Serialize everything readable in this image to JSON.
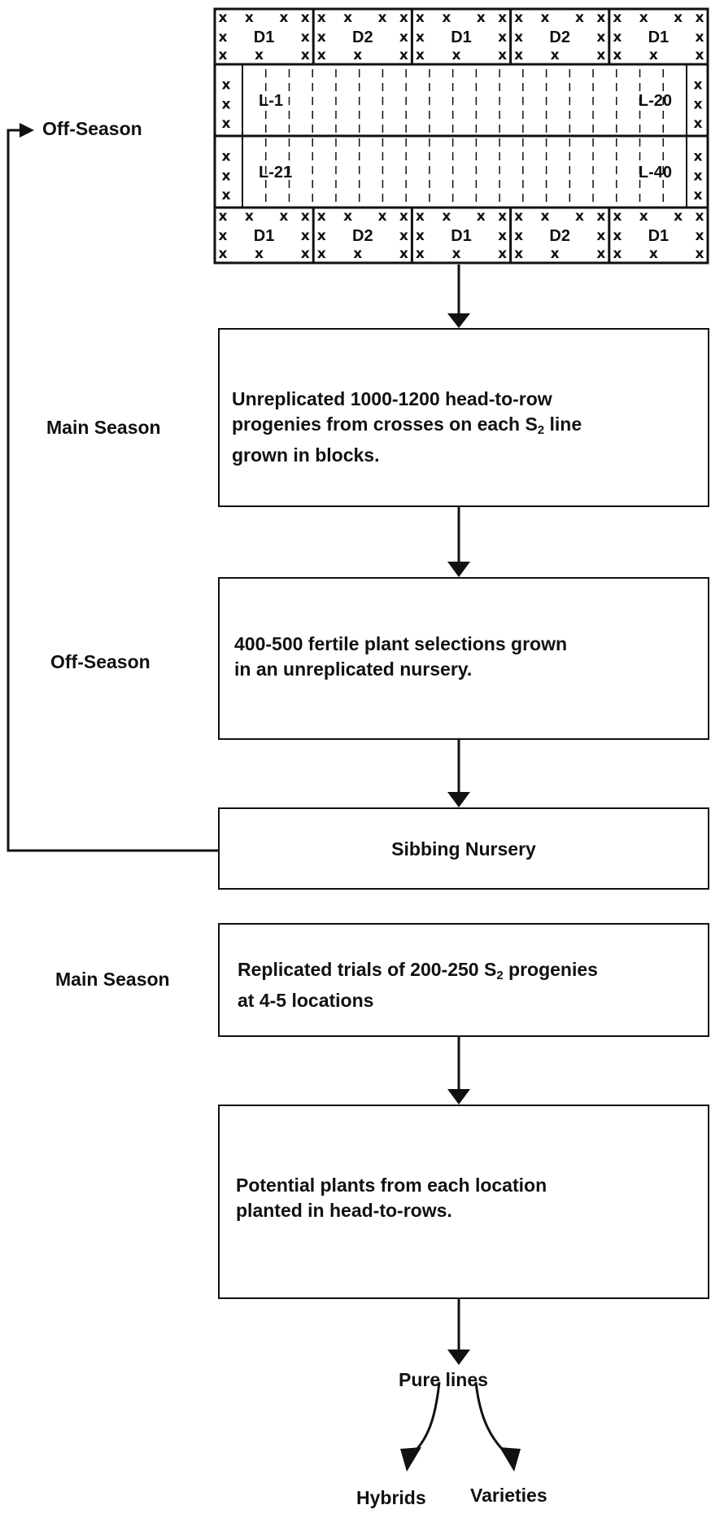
{
  "season_labels": {
    "off_season_top": "Off-Season",
    "main_season_1": "Main Season",
    "off_season_mid": "Off-Season",
    "main_season_2": "Main Season"
  },
  "crossing_block": {
    "top_row": [
      "D1",
      "D2",
      "D1",
      "D2",
      "D1"
    ],
    "line_rows": [
      {
        "first": "L-1",
        "last": "L-20"
      },
      {
        "first": "L-21",
        "last": "L-40"
      }
    ],
    "bottom_row": [
      "D1",
      "D2",
      "D1",
      "D2",
      "D1"
    ],
    "mark": "x"
  },
  "boxes": {
    "head_to_row": {
      "line1": "Unreplicated 1000-1200 head-to-row",
      "line2_pre": "progenies from crosses on each S",
      "line2_sub": "2",
      "line2_post": " line",
      "line3": "grown in blocks."
    },
    "fertile": {
      "line1": "400-500 fertile plant selections grown",
      "line2": "in an unreplicated nursery."
    },
    "sibbing": {
      "line1": "Sibbing Nursery"
    },
    "replicated": {
      "line1_pre": "Replicated trials of 200-250 S",
      "line1_sub": "2",
      "line1_post": " progenies",
      "line2": "at 4-5 locations"
    },
    "potential": {
      "line1": "Potential plants from each location",
      "line2": "planted in head-to-rows."
    }
  },
  "outputs": {
    "pure_lines": "Pure lines",
    "hybrids": "Hybrids",
    "varieties": "Varieties"
  }
}
